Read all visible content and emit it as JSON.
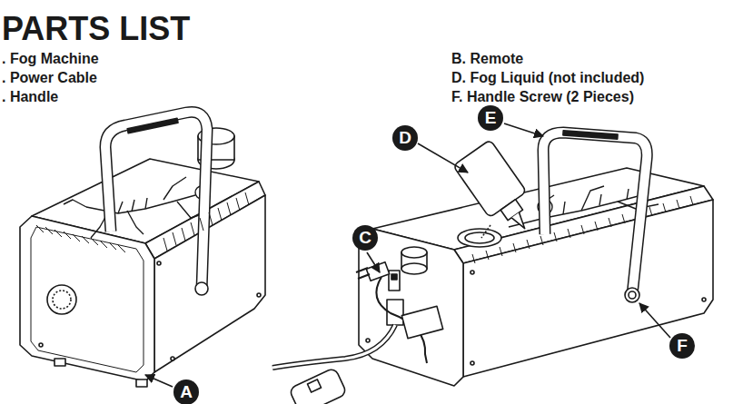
{
  "diagram": {
    "title": "PARTS LIST",
    "labels": [
      ". Fog Machine",
      ". Power Cable",
      ". Handle",
      "B. Remote",
      "D. Fog Liquid (not included)",
      "F. Handle Screw (2 Pieces)",
      "A",
      "C",
      "D",
      "E",
      "F"
    ]
  }
}
